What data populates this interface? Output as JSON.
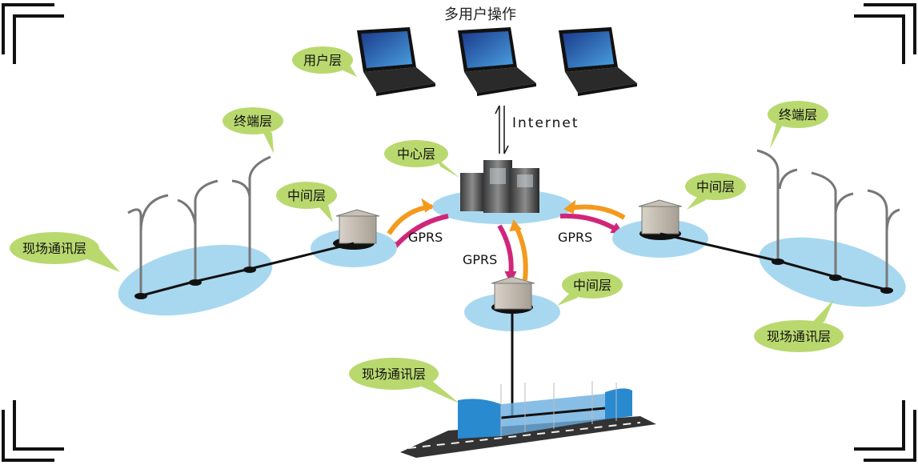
{
  "title": "多用户操作",
  "layers": {
    "user": "用户层",
    "center": "中心层",
    "middle_left": "中间层",
    "middle_right": "中间层",
    "middle_bottom": "中间层",
    "terminal_left": "终端层",
    "terminal_right": "终端层",
    "field_left": "现场通讯层",
    "field_right": "现场通讯层",
    "field_bottom": "现场通讯层"
  },
  "links": {
    "internet": "Internet",
    "gprs_left": "GPRS",
    "gprs_right": "GPRS",
    "gprs_bottom": "GPRS"
  },
  "colors": {
    "bubble": "#b9d96f",
    "ellipse": "#a8d8f0",
    "orange_arrow": "#f39a1e",
    "magenta_arrow": "#d0267a",
    "water": "#2a8ad0"
  }
}
